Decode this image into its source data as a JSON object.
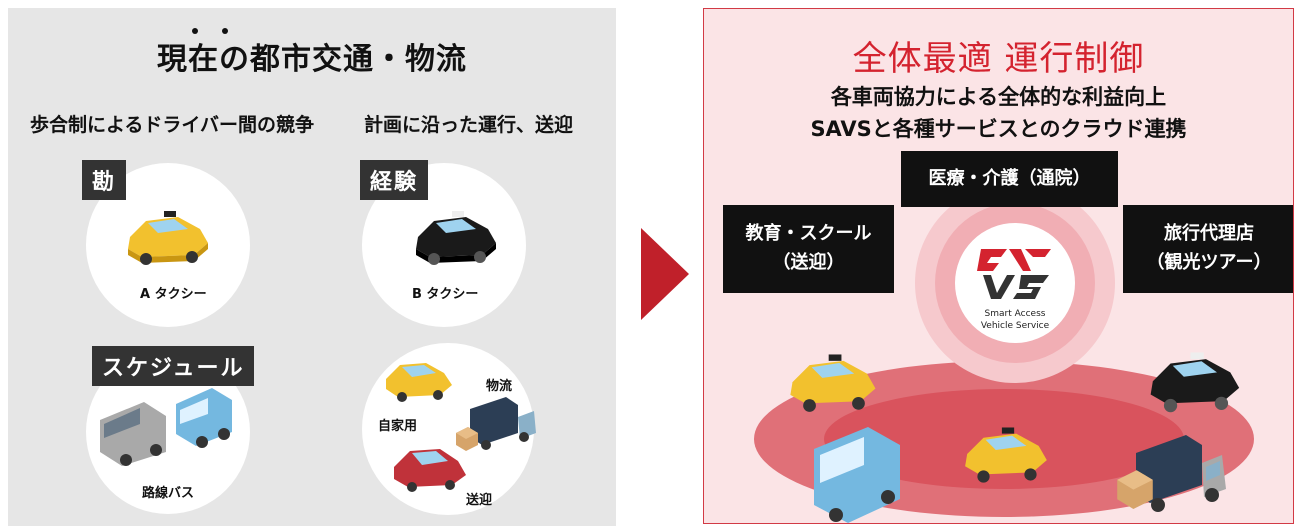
{
  "left": {
    "title": "現在の都市交通・物流",
    "heading_left": "歩合制によるドライバー間の競争",
    "heading_right": "計画に沿った運行、送迎",
    "tag_kan": "勘",
    "tag_keiken": "経験",
    "tag_schedule": "スケジュール",
    "caption_a_taxi": "A タクシー",
    "caption_b_taxi": "B タクシー",
    "caption_bus": "路線バス",
    "label_butsuryu": "物流",
    "label_jikayo": "自家用",
    "label_sogei": "送迎"
  },
  "right": {
    "title": "全体最適 運行制御",
    "subtitle_1": "各車両協力による全体的な利益向上",
    "subtitle_2": "SAVSと各種サービスとのクラウド連携",
    "svc_medical": "医療・介護（通院）",
    "svc_education_1": "教育・スクール",
    "svc_education_2": "（送迎）",
    "svc_travel_1": "旅行代理店",
    "svc_travel_2": "（観光ツアー）",
    "logo_line_1": "Smart Access",
    "logo_line_2": "Vehicle Service"
  },
  "colors": {
    "left_bg": "#e6e6e6",
    "right_bg": "#fbe4e6",
    "accent_red": "#d4232f",
    "tag_dark": "#333333",
    "taxi_yellow": "#f2c12e",
    "bus_blue": "#74b8e0"
  }
}
